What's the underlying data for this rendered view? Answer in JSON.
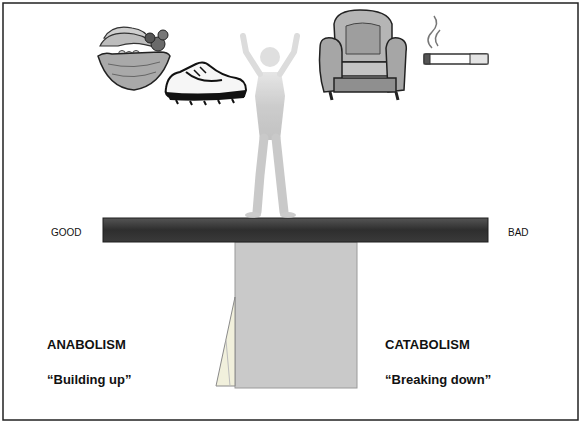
{
  "diagram": {
    "labels": [
      "GOOD",
      "BAD",
      "ANABOLISM",
      "“Building up”",
      "CATABOLISM",
      "“Breaking down”"
    ]
  }
}
